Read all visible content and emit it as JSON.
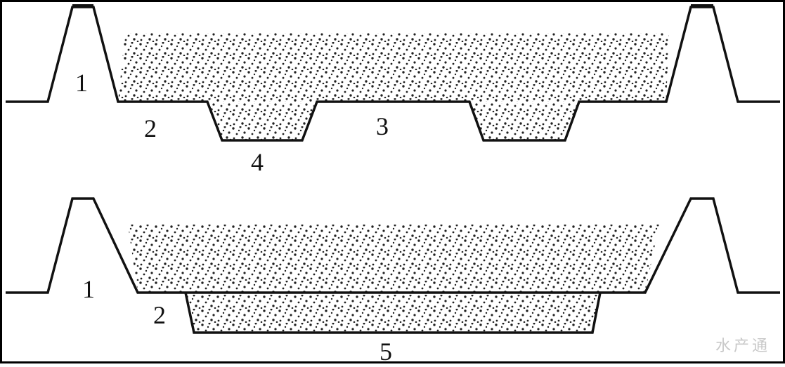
{
  "diagram": {
    "colors": {
      "stroke": "#111111",
      "dots": "#222222",
      "background": "#ffffff",
      "frame": "#000000",
      "watermark": "#c8c8c8"
    },
    "top_panel": {
      "labels": {
        "dike": "1",
        "platform": "2",
        "middle": "3",
        "trench": "4"
      }
    },
    "bottom_panel": {
      "labels": {
        "dike": "1",
        "platform": "2",
        "trench": "5"
      }
    },
    "watermark": {
      "text": "水产通"
    }
  }
}
